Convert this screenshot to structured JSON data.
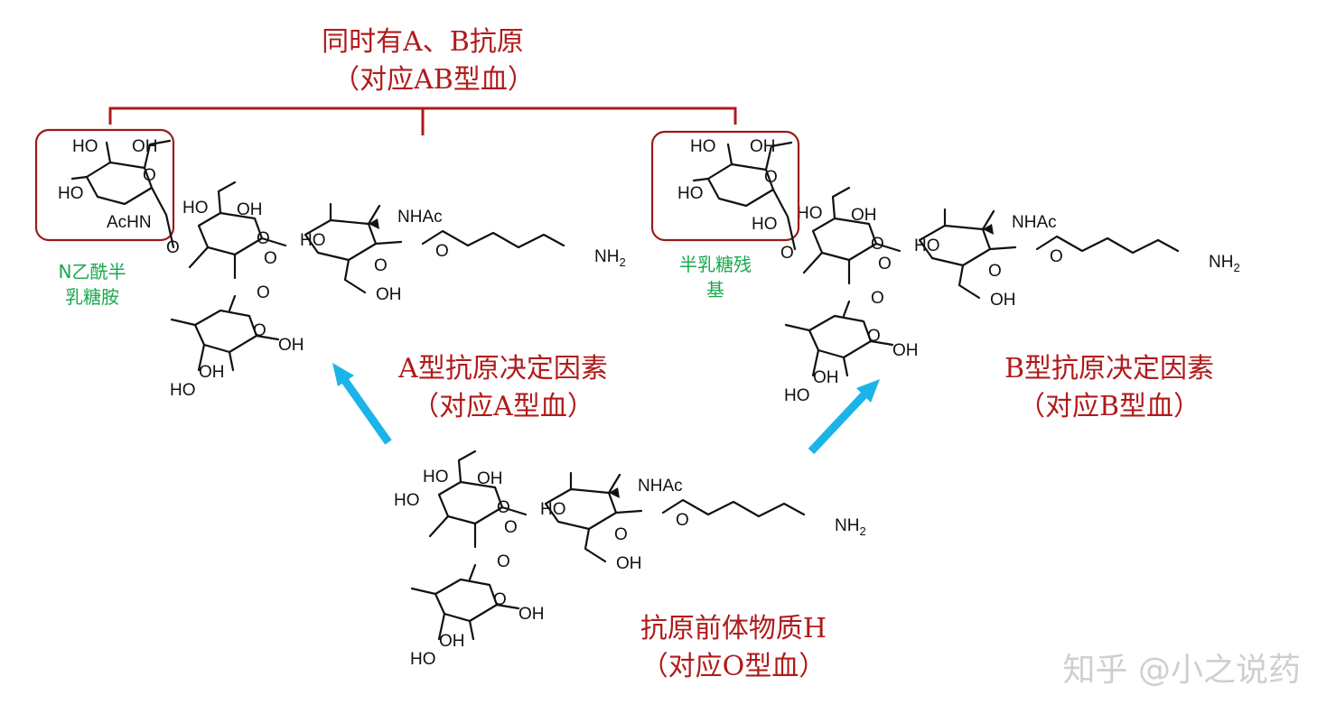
{
  "bracket_title": {
    "line1": "同时有A、B抗原",
    "line2": "（对应AB型血）"
  },
  "colors": {
    "caption": "#b11a1a",
    "label": "#1aa84f",
    "arrow": "#1ab4e8",
    "box": "#9b1b1b",
    "watermark": "#cfcfcf"
  },
  "icons": {
    "arrows": "arrow-up-right-icon"
  },
  "molecule_a": {
    "caption_line1": "A型抗原决定因素",
    "caption_line2": "（对应A型血）",
    "highlight_label_line1": "N乙酰半",
    "highlight_label_line2": "乳糖胺"
  },
  "molecule_b": {
    "caption_line1": "B型抗原决定因素",
    "caption_line2": "（对应B型血）",
    "highlight_label_line1": "半乳糖残",
    "highlight_label_line2": "基"
  },
  "molecule_h": {
    "caption_line1": "抗原前体物质H",
    "caption_line2": "（对应O型血）"
  },
  "atoms": {
    "HO": "HO",
    "OH": "OH",
    "O": "O",
    "NHAc": "NHAc",
    "AcHN": "AcHN",
    "NH2_main": "NH",
    "NH2_sub": "2"
  },
  "watermark": "知乎 @小之说药"
}
